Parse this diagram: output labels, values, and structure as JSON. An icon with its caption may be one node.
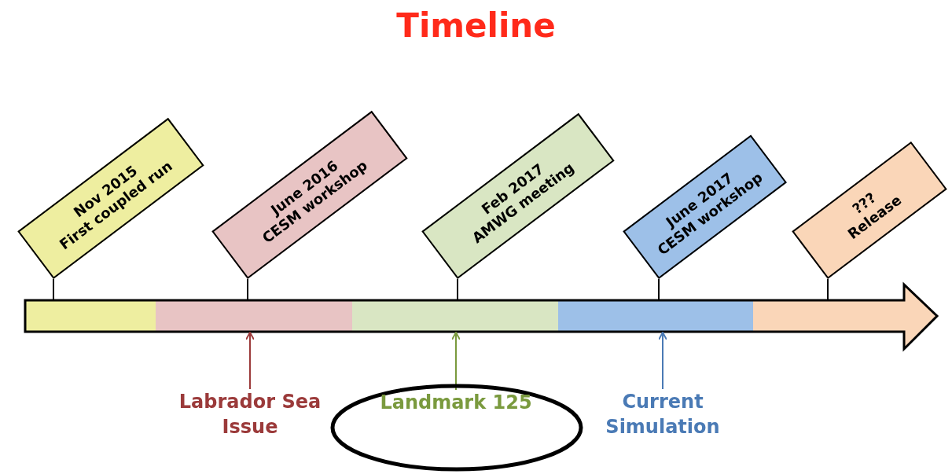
{
  "diagram": {
    "title": "Timeline",
    "nodes": [
      {
        "text": [
          "Nov 2015",
          "First coupled run"
        ]
      },
      {
        "text": [
          "June 2016",
          "CESM workshop"
        ]
      },
      {
        "text": [
          "Feb 2017",
          "AMWG meeting"
        ]
      },
      {
        "text": [
          "June 2017",
          "CESM workshop"
        ]
      },
      {
        "text": [
          "???",
          "Release"
        ]
      },
      {
        "text": [],
        "shape": "arrow"
      },
      {
        "text": [
          "Labrador Sea Issue"
        ]
      },
      {
        "text": [],
        "shape": "ellipse"
      },
      {
        "text": [
          "Landmark 125"
        ],
        "in": 7
      },
      {
        "text": [
          "Current Simulation"
        ]
      }
    ],
    "edges": [
      {
        "from": 0,
        "to": 5,
        "arrow": "none"
      },
      {
        "from": 1,
        "to": 5,
        "arrow": "none"
      },
      {
        "from": 2,
        "to": 5,
        "arrow": "none"
      },
      {
        "from": 3,
        "to": 5,
        "arrow": "none"
      },
      {
        "from": 4,
        "to": 5,
        "arrow": "none"
      },
      {
        "from": 6,
        "to": 5,
        "arrow": "to",
        "color": "#9b3a3a"
      },
      {
        "from": 8,
        "to": 5,
        "arrow": "to",
        "color": "#7a9a3e"
      },
      {
        "from": 9,
        "to": 5,
        "arrow": "to",
        "color": "#4a7ab5"
      }
    ]
  }
}
